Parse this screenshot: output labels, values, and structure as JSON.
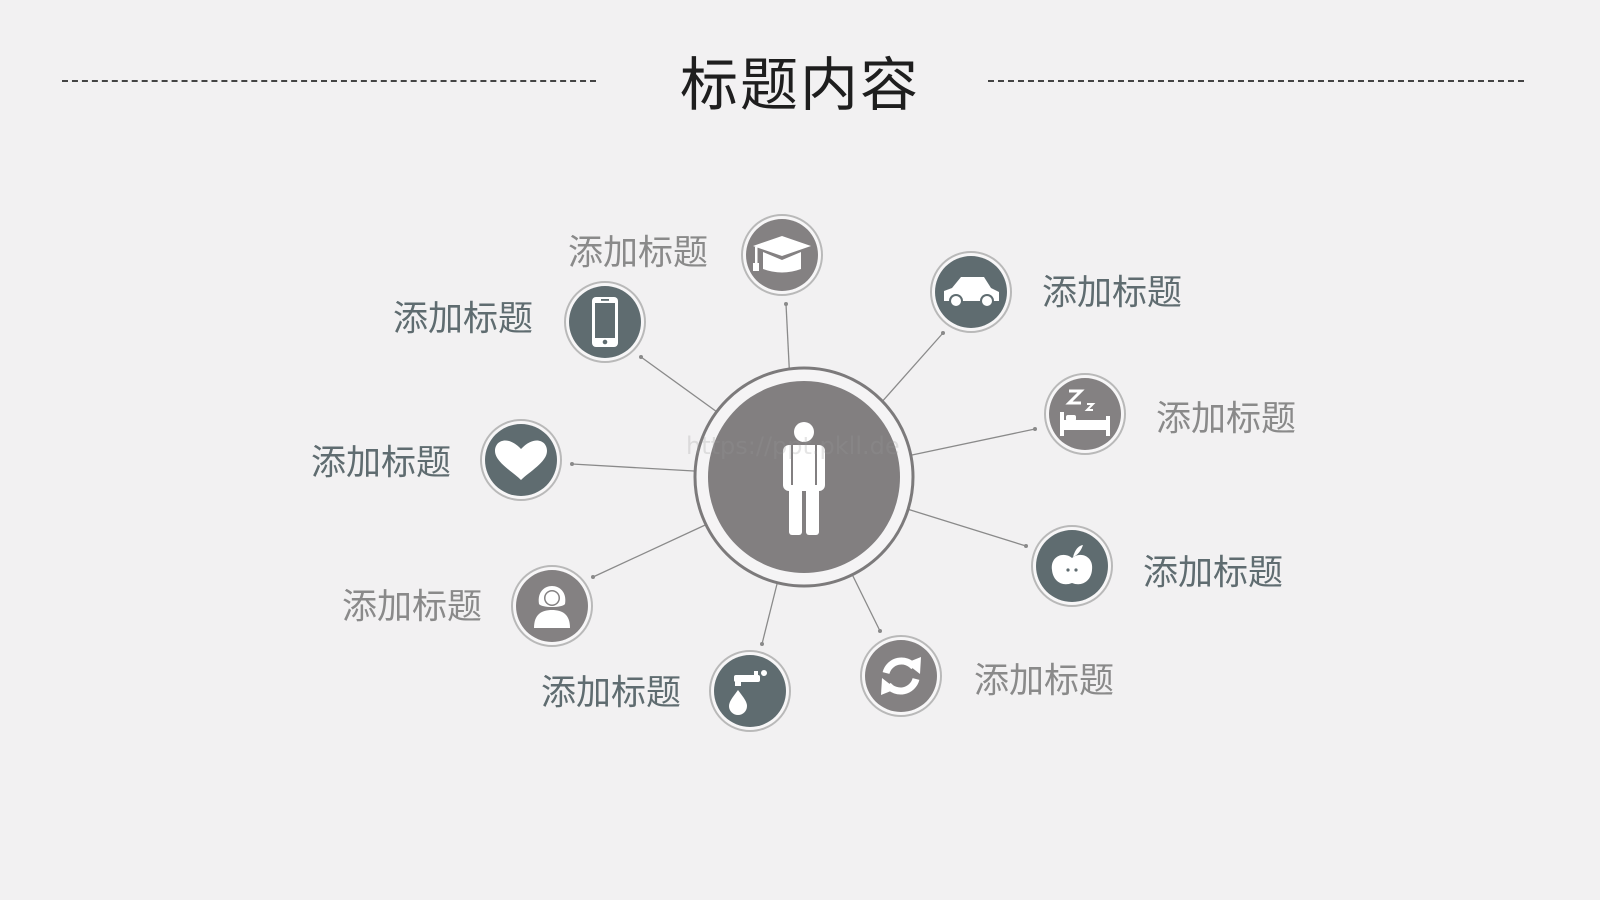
{
  "title": "标题内容",
  "watermark": "https://ppt.pkll.de",
  "colors": {
    "background": "#f2f1f2",
    "slate": "#5f6c70",
    "gray": "#848182",
    "center": "#827f80",
    "ring": "#7c7a7b",
    "line": "#8a8a8a"
  },
  "center": {
    "icon": "person-icon"
  },
  "nodes": [
    {
      "id": "graduation",
      "icon": "graduation-cap-icon",
      "label": "添加标题",
      "color": "gray"
    },
    {
      "id": "car",
      "icon": "car-icon",
      "label": "添加标题",
      "color": "slate"
    },
    {
      "id": "sleep",
      "icon": "sleep-bed-icon",
      "label": "添加标题",
      "color": "gray"
    },
    {
      "id": "apple",
      "icon": "apple-icon",
      "label": "添加标题",
      "color": "slate"
    },
    {
      "id": "refresh",
      "icon": "refresh-icon",
      "label": "添加标题",
      "color": "gray"
    },
    {
      "id": "water",
      "icon": "water-tap-icon",
      "label": "添加标题",
      "color": "slate"
    },
    {
      "id": "woman",
      "icon": "woman-icon",
      "label": "添加标题",
      "color": "gray"
    },
    {
      "id": "heart",
      "icon": "heart-icon",
      "label": "添加标题",
      "color": "slate"
    },
    {
      "id": "phone",
      "icon": "phone-icon",
      "label": "添加标题",
      "color": "slate"
    }
  ]
}
